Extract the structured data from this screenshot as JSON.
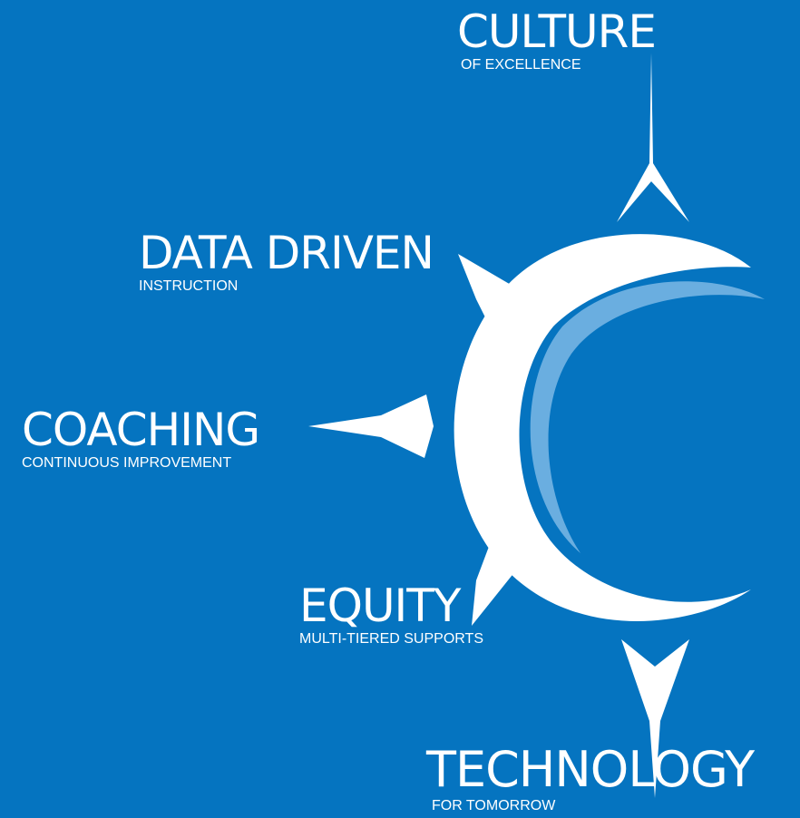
{
  "colors": {
    "background": "#0574c0",
    "foreground": "#ffffff",
    "inner_arc": "#6aaee0"
  },
  "graphic": {
    "icons": [
      "compass-c-icon",
      "north-point-icon",
      "south-point-icon",
      "west-point-icon",
      "northwest-point-icon",
      "southwest-point-icon"
    ]
  },
  "labels": {
    "culture": {
      "title": "CULTURE",
      "subtitle": "OF EXCELLENCE"
    },
    "data_driven": {
      "title": "DATA DRIVEN",
      "subtitle": "INSTRUCTION"
    },
    "coaching": {
      "title": "COACHING",
      "subtitle": "CONTINUOUS IMPROVEMENT"
    },
    "equity": {
      "title": "EQUITY",
      "subtitle": "MULTI-TIERED SUPPORTS"
    },
    "technology": {
      "title": "TECHNOLOGY",
      "subtitle": "FOR TOMORROW"
    }
  }
}
